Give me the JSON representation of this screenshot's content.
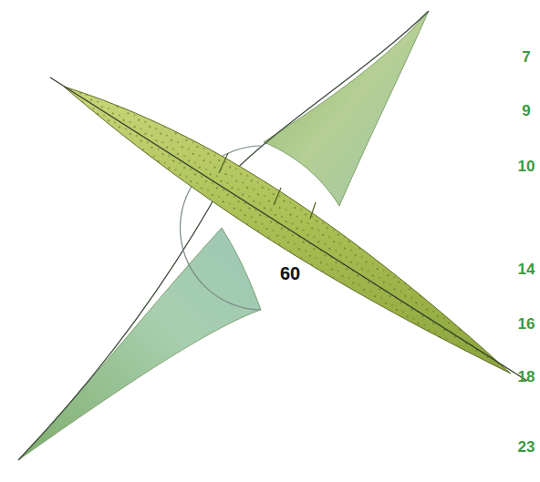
{
  "diagram": {
    "labels": [
      "60",
      "7",
      "9",
      "10",
      "14",
      "16",
      "18",
      "23"
    ]
  }
}
